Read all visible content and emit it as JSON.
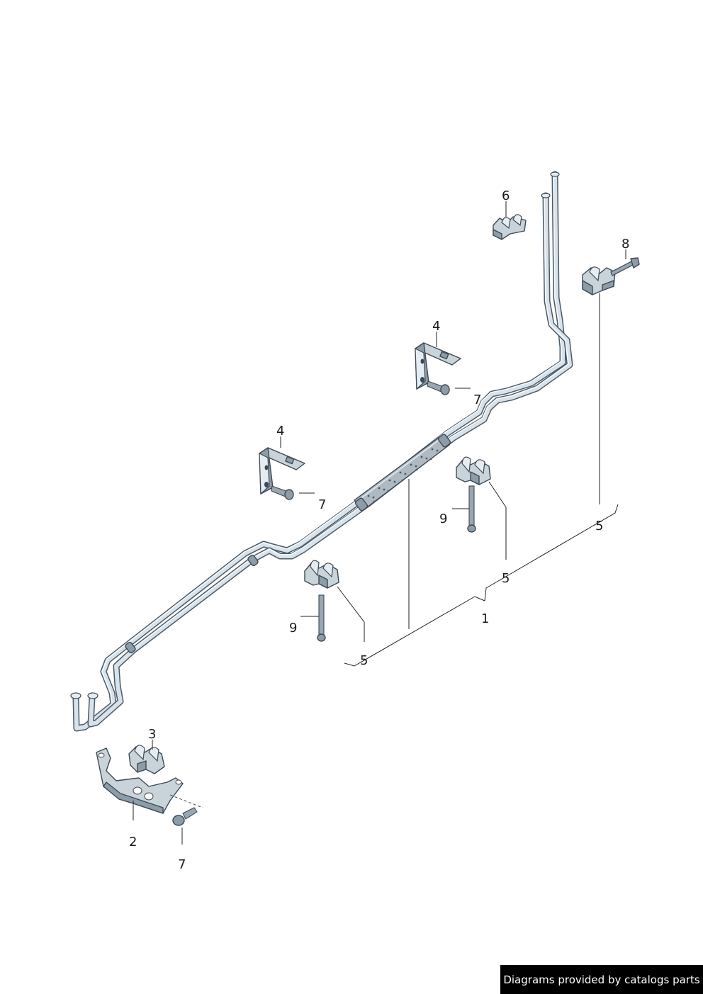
{
  "callouts": {
    "c1": "1",
    "c2": "2",
    "c3": "3",
    "c4a": "4",
    "c4b": "4",
    "c5a": "5",
    "c5b": "5",
    "c5c": "5",
    "c6": "6",
    "c7a": "7",
    "c7b": "7",
    "c7c": "7",
    "c8": "8",
    "c9a": "9",
    "c9b": "9"
  },
  "footer": {
    "text": "Diagrams provided by catalogs parts"
  }
}
